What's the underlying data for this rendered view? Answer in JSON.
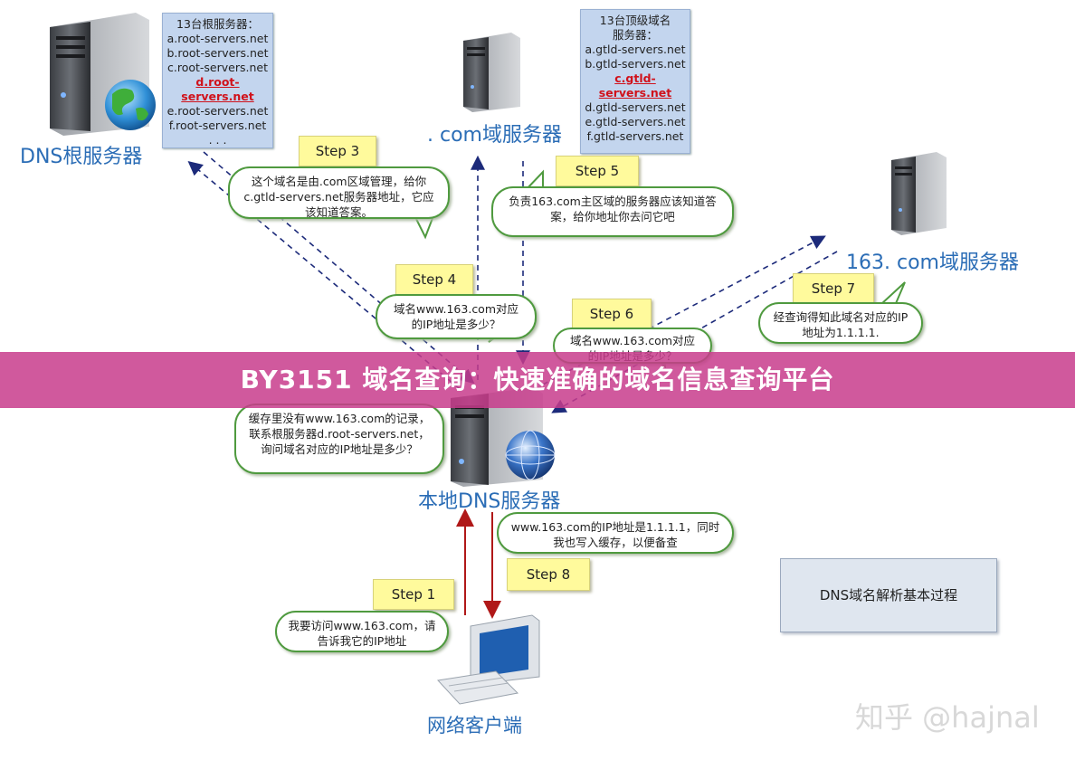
{
  "root_servers": {
    "label": "DNS根服务器",
    "list_title": "13台根服务器：",
    "items": [
      "a.root-servers.net",
      "b.root-servers.net",
      "c.root-servers.net",
      "d.root-servers.net",
      "e.root-servers.net",
      "f.root-servers.net",
      ". . ."
    ]
  },
  "com_servers": {
    "label": ". com域服务器",
    "list_title": "13台顶级域名服务器：",
    "items": [
      "a.gtld-servers.net",
      "b.gtld-servers.net",
      "c.gtld-servers.net",
      "d.gtld-servers.net",
      "e.gtld-servers.net",
      "f.gtld-servers.net"
    ]
  },
  "site_servers": {
    "label": "163. com域服务器"
  },
  "local_dns": {
    "label": "本地DNS服务器"
  },
  "client": {
    "label": "网络客户端"
  },
  "steps": {
    "step1": {
      "label": "Step 1",
      "text": "我要访问www.163.com，请告诉我它的IP地址"
    },
    "step2": {
      "text": "缓存里没有www.163.com的记录，联系根服务器d.root-servers.net，询问域名对应的IP地址是多少？"
    },
    "step3": {
      "label": "Step 3",
      "text": "这个域名是由.com区域管理，给你c.gtld-servers.net服务器地址，它应该知道答案。"
    },
    "step4": {
      "label": "Step 4",
      "text": "域名www.163.com对应的IP地址是多少？"
    },
    "step5": {
      "label": "Step 5",
      "text": "负责163.com主区域的服务器应该知道答案，给你地址你去问它吧"
    },
    "step6": {
      "label": "Step 6",
      "text": "域名www.163.com对应的IP地址是多少？"
    },
    "step7": {
      "label": "Step 7",
      "text": "经查询得知此域名对应的IP地址为1.1.1.1."
    },
    "step8": {
      "label": "Step 8",
      "text": "www.163.com的IP地址是1.1.1.1，同时我也写入缓存，以便备查"
    }
  },
  "diagram_title": "DNS域名解析基本过程",
  "banner": "BY3151 域名查询：快速准确的域名信息查询平台",
  "watermark": "知乎 @hajnal",
  "colors": {
    "label_blue": "#2b6db6",
    "highlight_red": "#d0121b",
    "banner": "#c83c8c",
    "bubble_border": "#4f9a3f",
    "step_yellow": "#fffa9c"
  }
}
